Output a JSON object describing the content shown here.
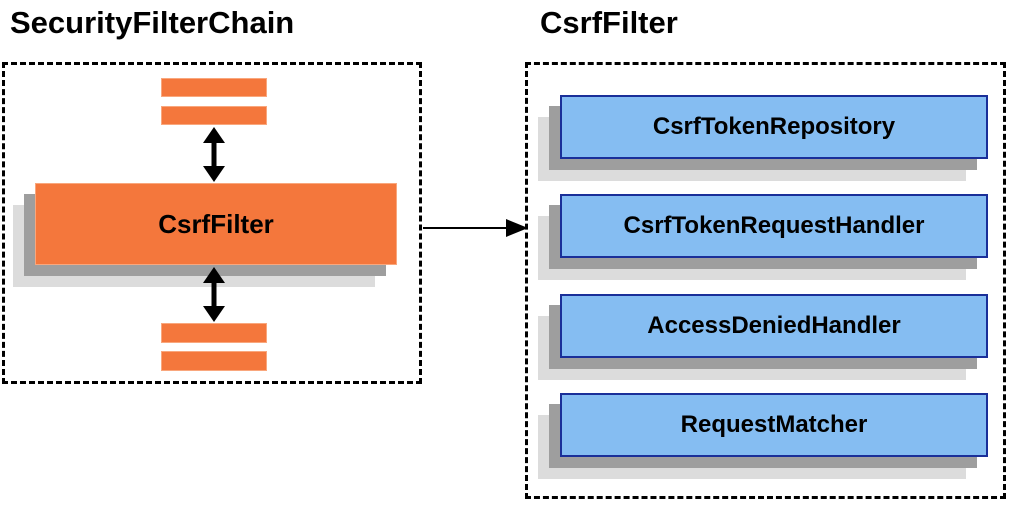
{
  "left_panel": {
    "title": "SecurityFilterChain",
    "filter_box_label": "CsrfFilter"
  },
  "right_panel": {
    "title": "CsrfFilter",
    "components": [
      "CsrfTokenRepository",
      "CsrfTokenRequestHandler",
      "AccessDeniedHandler",
      "RequestMatcher"
    ]
  },
  "colors": {
    "filter_orange": "#f4773c",
    "filter_orange_border": "#f9a77d",
    "component_blue": "#85bdf2",
    "component_blue_border": "#1a2f99",
    "shadow_dark": "#9e9e9e",
    "shadow_light": "#dcdcdc",
    "line_black": "#000000"
  }
}
